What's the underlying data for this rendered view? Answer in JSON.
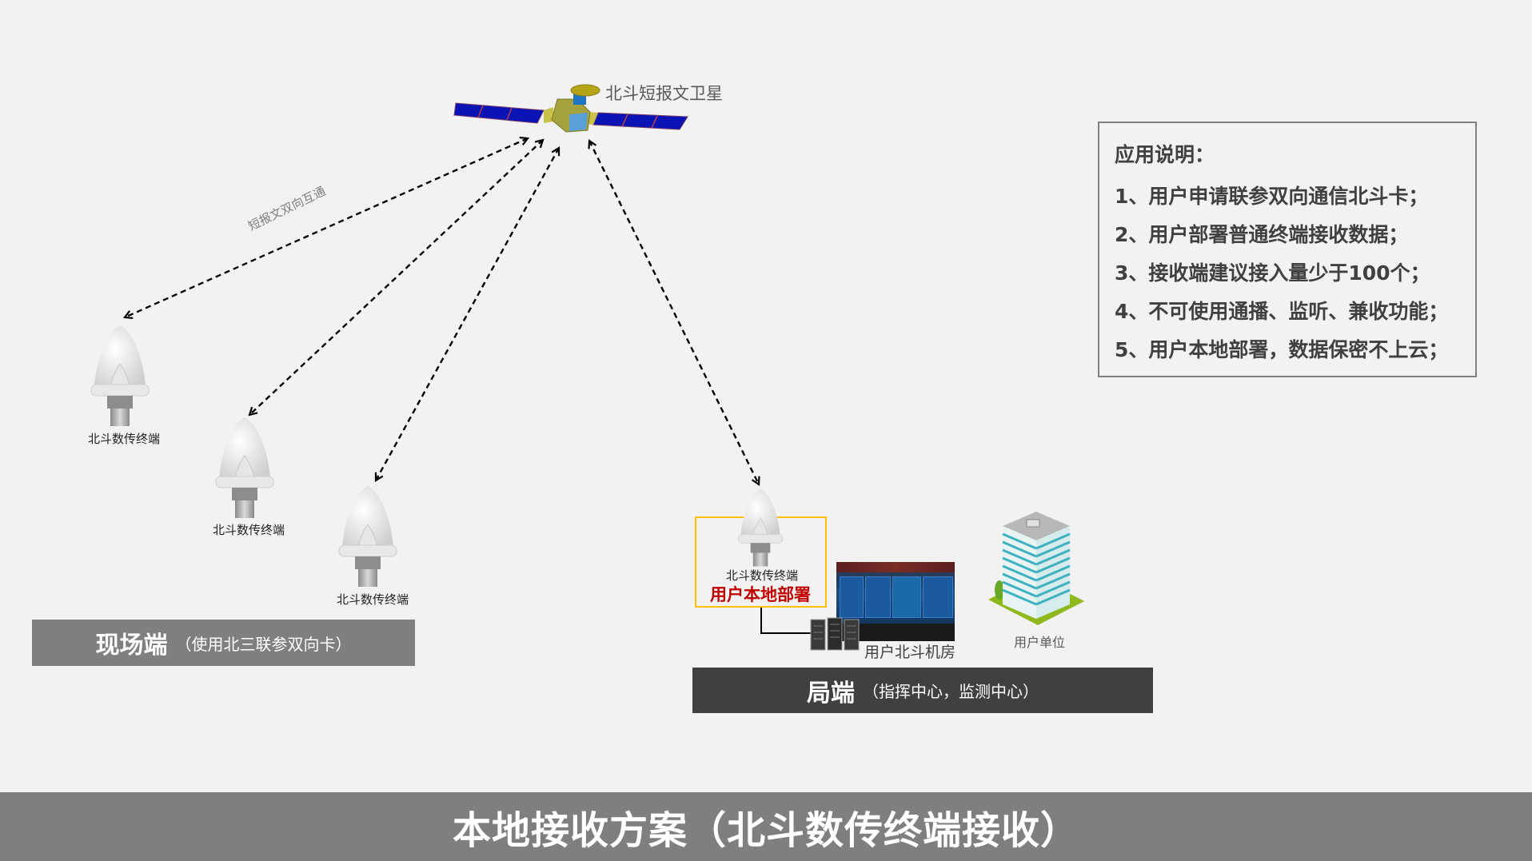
{
  "satellite": {
    "label": "北斗短报文卫星",
    "icon": "satellite-icon"
  },
  "link_label": "短报文双向互通",
  "field_terminals": [
    {
      "label": "北斗数传终端"
    },
    {
      "label": "北斗数传终端"
    },
    {
      "label": "北斗数传终端"
    }
  ],
  "field_bar": {
    "title": "现场端",
    "subtitle": "（使用北三联参双向卡）"
  },
  "office": {
    "terminal_label": "北斗数传终端",
    "deploy_label": "用户本地部署",
    "machine_room_label": "用户北斗机房",
    "user_unit_label": "用户单位"
  },
  "office_bar": {
    "title": "局端",
    "subtitle": "（指挥中心，监测中心）"
  },
  "info_box": {
    "heading": "应用说明：",
    "items": [
      "1、用户申请联参双向通信北斗卡；",
      "2、用户部署普通终端接收数据；",
      "3、接收端建议接入量少于100个；",
      "4、不可使用通播、监听、兼收功能；",
      "5、用户本地部署，数据保密不上云；"
    ]
  },
  "footer": {
    "title": "本地接收方案（北斗数传终端接收）"
  },
  "colors": {
    "background": "#f2f2f2",
    "field_bar": "#7f7f7f",
    "office_bar": "#404040",
    "footer": "#7f7f7f",
    "highlight_border": "#ffc000",
    "deploy_text": "#c00000",
    "solar_panel": "#0a14b4"
  }
}
